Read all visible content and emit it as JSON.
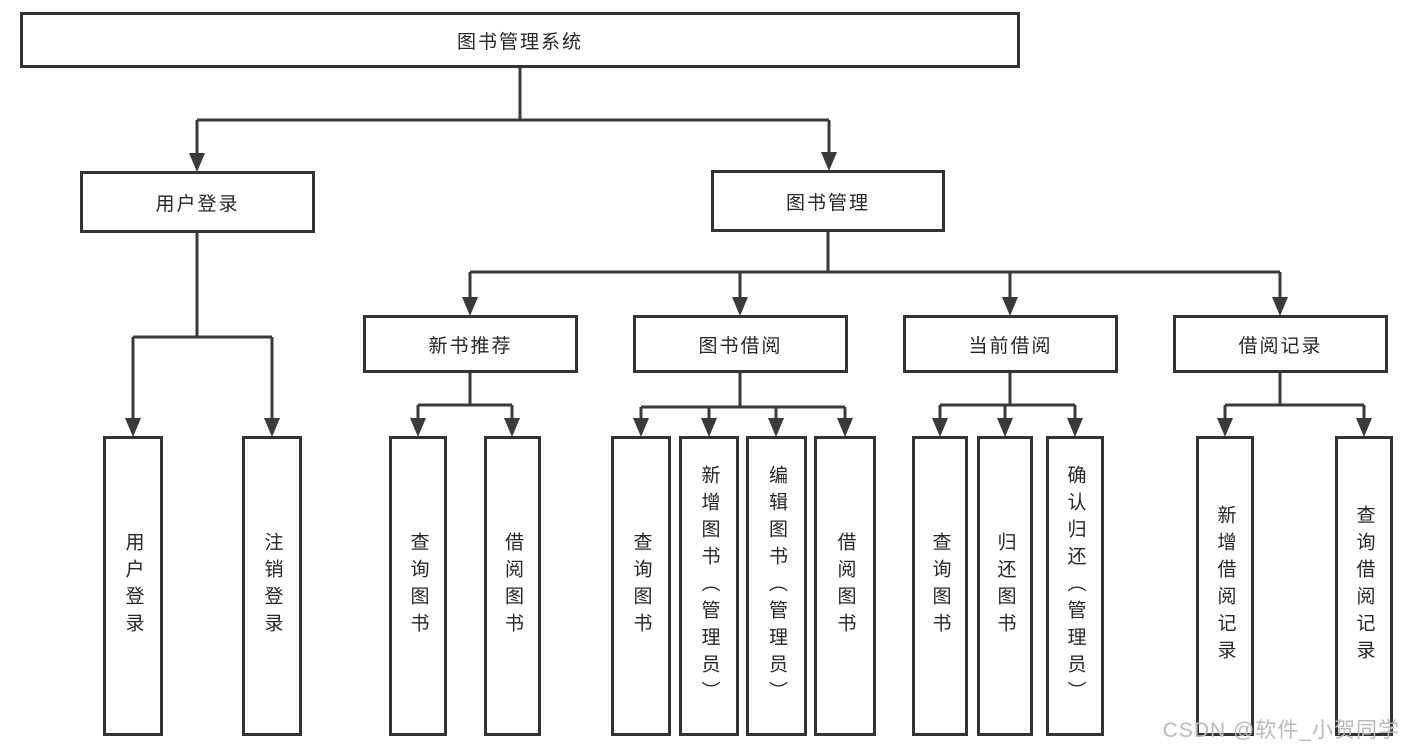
{
  "tree": {
    "label": "图书管理系统",
    "children": [
      {
        "label": "用户登录",
        "children": [
          {
            "label": "用户登录"
          },
          {
            "label": "注销登录"
          }
        ]
      },
      {
        "label": "图书管理",
        "children": [
          {
            "label": "新书推荐",
            "children": [
              {
                "label": "查询图书"
              },
              {
                "label": "借阅图书"
              }
            ]
          },
          {
            "label": "图书借阅",
            "children": [
              {
                "label": "查询图书"
              },
              {
                "label": "新增图书（管理员）"
              },
              {
                "label": "编辑图书（管理员）"
              },
              {
                "label": "借阅图书"
              }
            ]
          },
          {
            "label": "当前借阅",
            "children": [
              {
                "label": "查询图书"
              },
              {
                "label": "归还图书"
              },
              {
                "label": "确认归还（管理员）"
              }
            ]
          },
          {
            "label": "借阅记录",
            "children": [
              {
                "label": "新增借阅记录"
              },
              {
                "label": "查询借阅记录"
              }
            ]
          }
        ]
      }
    ]
  },
  "watermark": {
    "text": "CSDN @软件_小贺同学"
  },
  "colors": {
    "line": "#3a3a3a",
    "box_border": "#333333",
    "text": "#262626",
    "watermark": "#b9b9b9",
    "background": "#ffffff"
  }
}
